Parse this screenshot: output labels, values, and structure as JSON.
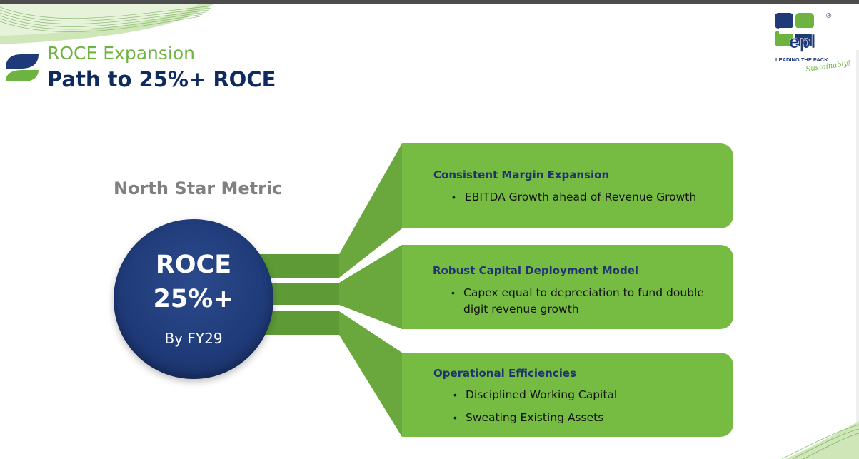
{
  "header": {
    "subtitle": "ROCE Expansion",
    "title": "Path to 25%+ ROCE"
  },
  "logo": {
    "brand": "epl",
    "tagline": "LEADING THE PACK",
    "script_text": "Sustainably!",
    "registered": "®"
  },
  "north_star": {
    "label": "North Star Metric",
    "metric": "ROCE",
    "value": "25%+",
    "timeline": "By FY29"
  },
  "pillars": [
    {
      "heading": "Consistent Margin Expansion",
      "bullets": [
        "EBITDA Growth ahead of Revenue Growth"
      ]
    },
    {
      "heading": "Robust Capital Deployment Model",
      "bullets": [
        "Capex equal to depreciation to fund double",
        "digit revenue growth"
      ]
    },
    {
      "heading": "Operational Efficiencies",
      "bullets": [
        "Disciplined Working Capital",
        "Sweating Existing Assets"
      ]
    }
  ],
  "colors": {
    "green": "#76bc43",
    "dark_green": "#5e9a36",
    "navy": "#1f3a78",
    "title_navy": "#0f2a5f",
    "subtitle_green": "#6db33f"
  }
}
